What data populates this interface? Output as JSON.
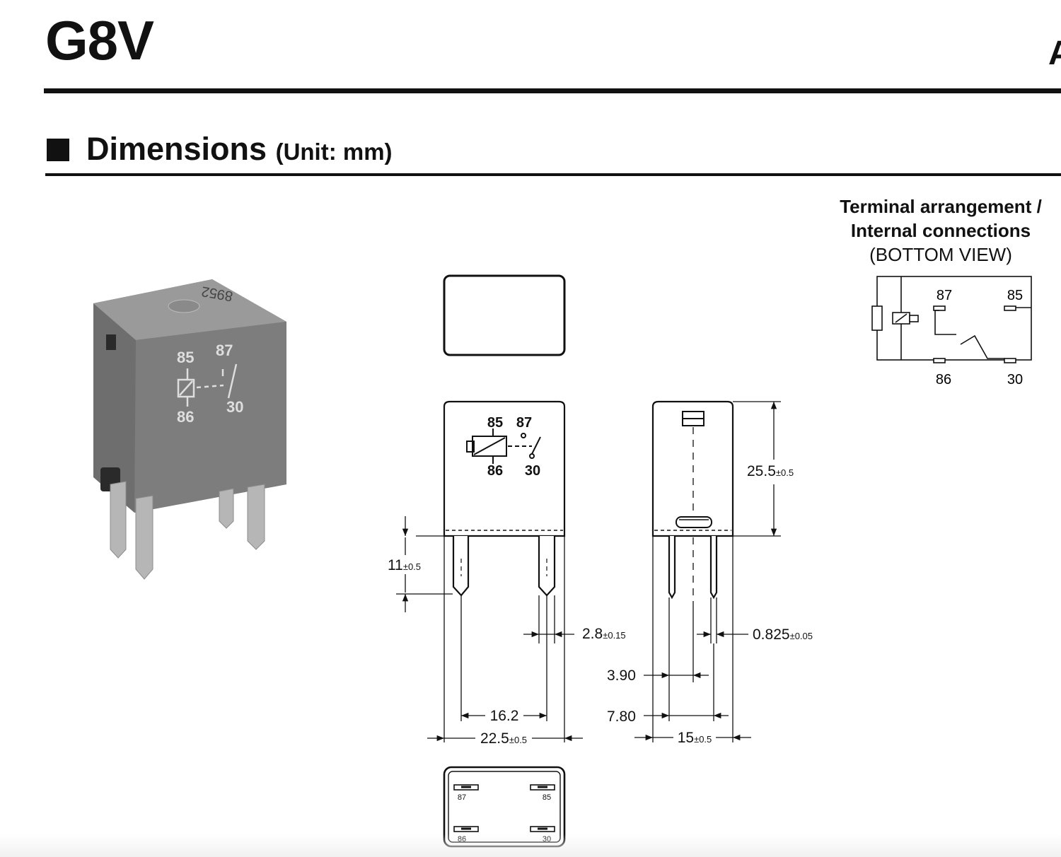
{
  "header": {
    "product": "G8V",
    "corner_letter": "A"
  },
  "section": {
    "title": "Dimensions",
    "unit": "(Unit: mm)"
  },
  "terminal_panel": {
    "line1": "Terminal arrangement /",
    "line2": "Internal connections",
    "line3": "(BOTTOM VIEW)",
    "terminals": {
      "t87": "87",
      "t85": "85",
      "t86": "86",
      "t30": "30"
    }
  },
  "photo": {
    "marking": "8952",
    "label_85": "85",
    "label_87": "87",
    "label_86": "86",
    "label_30": "30"
  },
  "front_view": {
    "label_85": "85",
    "label_87": "87",
    "label_86": "86",
    "label_30": "30"
  },
  "bottom_view": {
    "t87": "87",
    "t85": "85",
    "t86": "86",
    "t30": "30"
  },
  "dimensions": {
    "pin_length": {
      "value": "11",
      "tol": "±0.5"
    },
    "pin_width": {
      "value": "2.8",
      "tol": "±0.15"
    },
    "pin_pitch": {
      "value": "16.2"
    },
    "body_width": {
      "value": "22.5",
      "tol": "±0.5"
    },
    "body_height": {
      "value": "25.5",
      "tol": "±0.5"
    },
    "pin_thickness": {
      "value": "0.825",
      "tol": "±0.05"
    },
    "offset_1": {
      "value": "3.90"
    },
    "offset_2": {
      "value": "7.80"
    },
    "body_depth": {
      "value": "15",
      "tol": "±0.5"
    }
  },
  "colors": {
    "ink": "#111111",
    "photo_face": "#7a7a7a",
    "photo_top": "#9a9a9a",
    "photo_pin": "#b4b4b4"
  }
}
